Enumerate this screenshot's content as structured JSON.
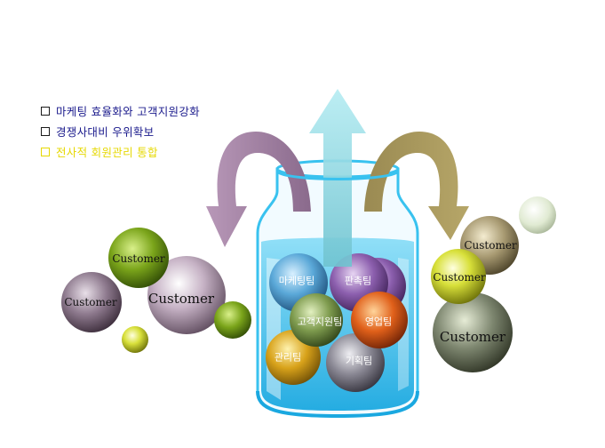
{
  "bullets": [
    {
      "text": "마케팅 효율화와 고객지원강화",
      "color": "#1a1a8c"
    },
    {
      "text": "경쟁사대비 우위확보",
      "color": "#1a1a8c"
    },
    {
      "text": "전사적 회원관리 통합",
      "color": "#e6d800"
    }
  ],
  "jar_teams": [
    "마케팅팀",
    "판촉팀",
    "고객지원팀",
    "영업팀",
    "관리팀",
    "기획팀"
  ],
  "customers_left": [
    "Customer",
    "Customer",
    "Customer"
  ],
  "customers_right": [
    "Customer",
    "Customer",
    "Customer"
  ],
  "colors": {
    "jar": "#39c2ef",
    "arrow_left": "#a986ab",
    "arrow_right": "#a99a5e",
    "arrow_up": "#a9e4ec",
    "highlight_bullet": "#e6d800"
  }
}
